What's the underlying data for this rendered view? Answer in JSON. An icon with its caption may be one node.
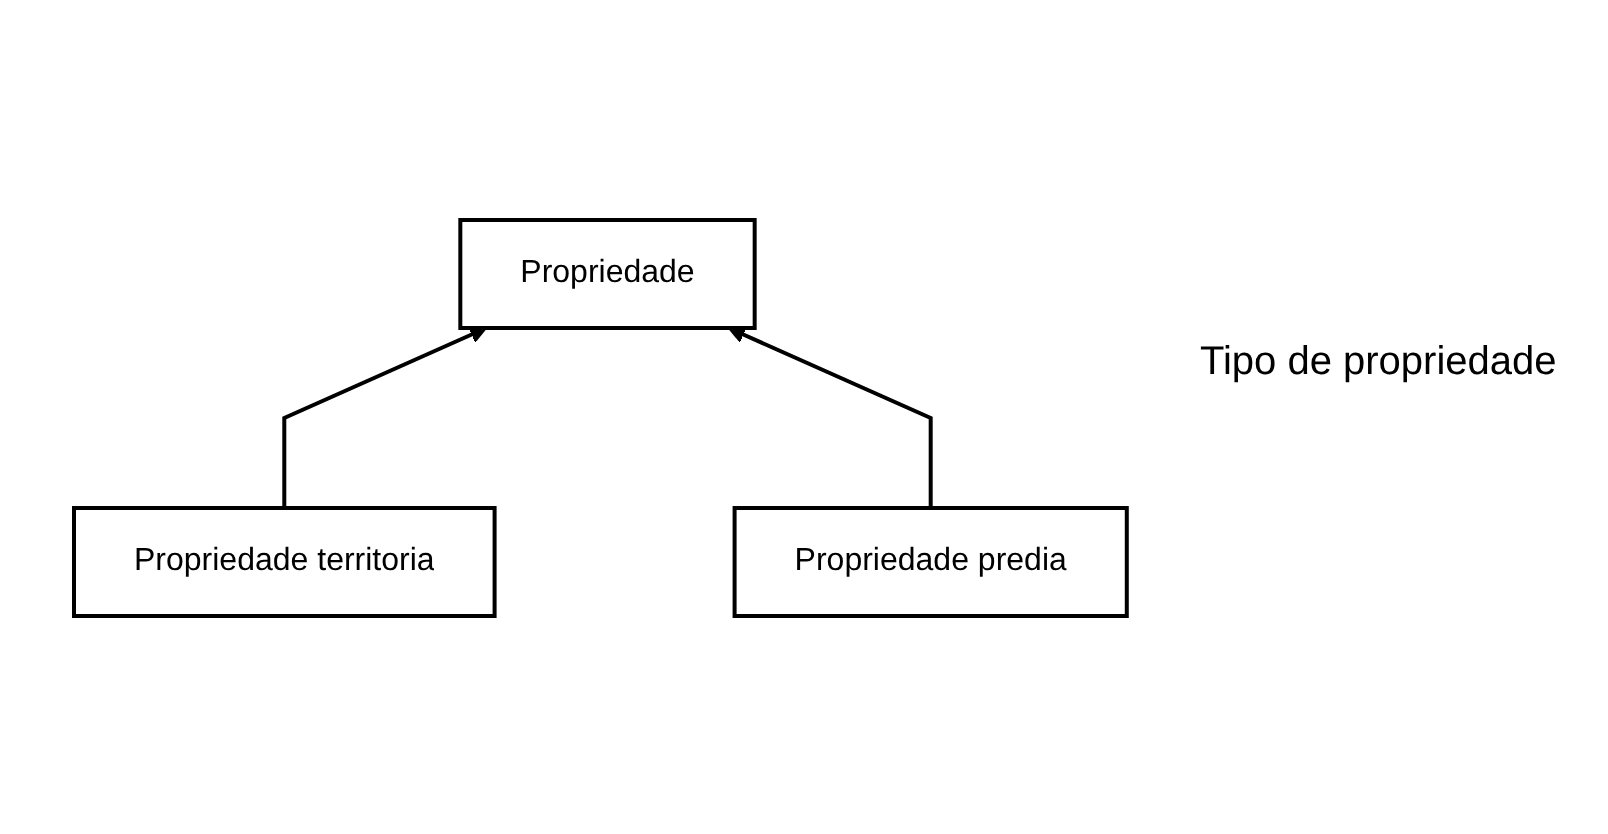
{
  "diagram": {
    "nodes": [
      {
        "text": [
          "Propriedade"
        ]
      },
      {
        "text": [
          "Propriedade territoria"
        ]
      },
      {
        "text": [
          "Propriedade predia"
        ]
      }
    ],
    "edges": [
      {
        "from": 1,
        "to": 0,
        "arrow": "to"
      },
      {
        "from": 2,
        "to": 0,
        "arrow": "to"
      }
    ],
    "labels": [
      "Tipo de propriedade"
    ]
  }
}
